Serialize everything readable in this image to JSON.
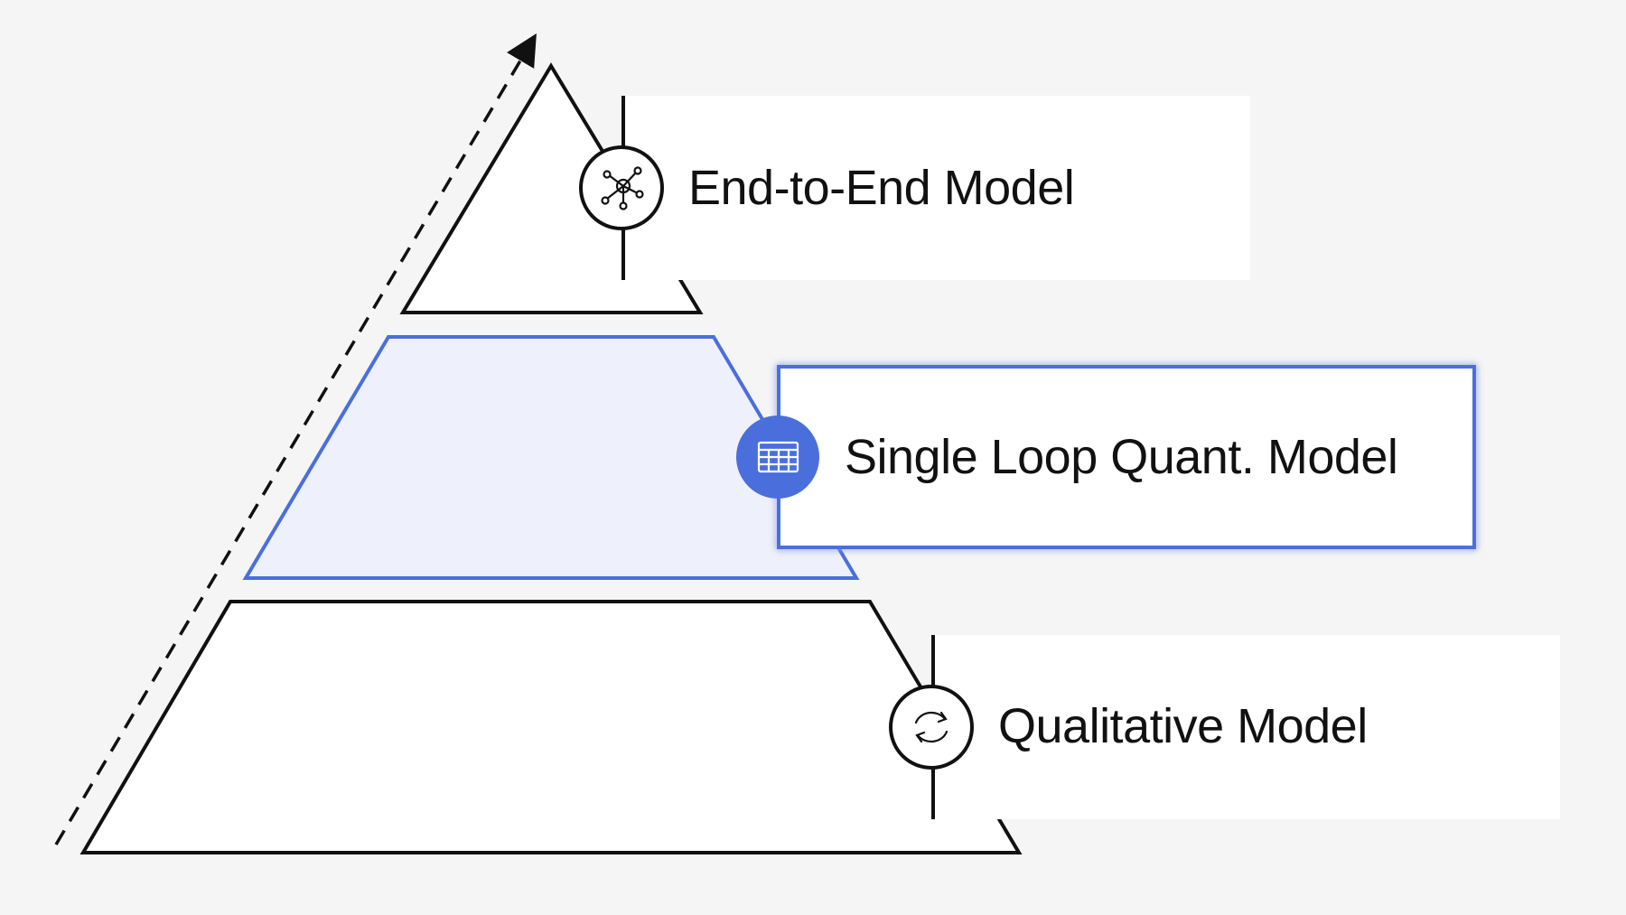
{
  "layers": [
    {
      "id": "top",
      "label": "End-to-End Model",
      "icon": "network-icon",
      "highlighted": false
    },
    {
      "id": "middle",
      "label": "Single Loop Quant. Model",
      "icon": "table-grid-icon",
      "highlighted": true
    },
    {
      "id": "bottom",
      "label": "Qualitative Model",
      "icon": "cycle-arrows-icon",
      "highlighted": false
    }
  ],
  "colors": {
    "background": "#f5f5f5",
    "outline": "#111111",
    "accent": "#4a6fdc",
    "highlight_fill": "#eef1fb",
    "card_fill": "#ffffff"
  }
}
